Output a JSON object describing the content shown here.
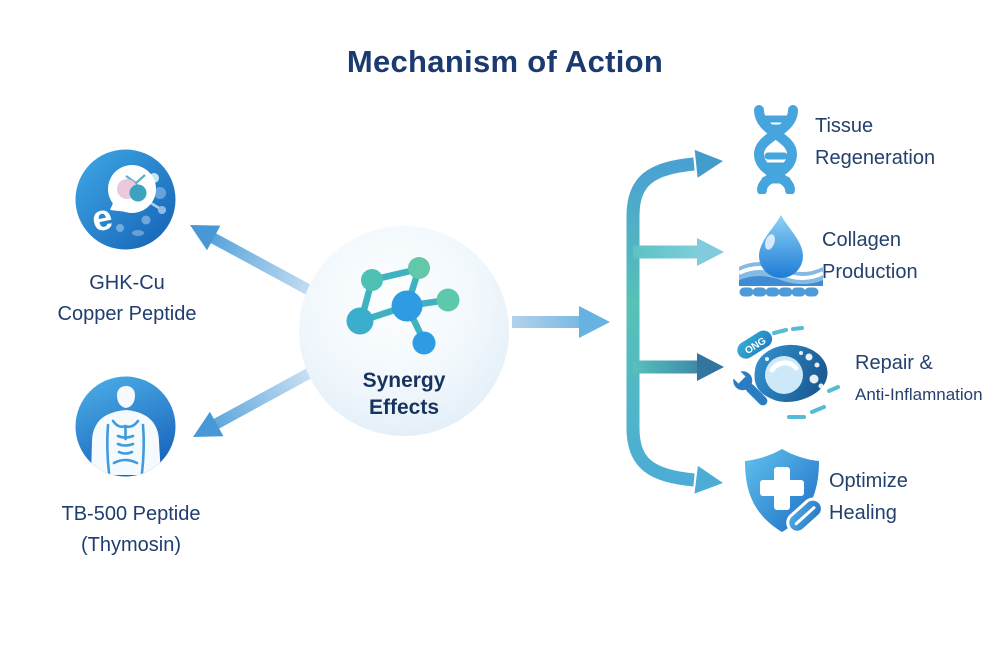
{
  "title": "Mechanism of Action",
  "center": {
    "icon": "molecule-network-icon",
    "label_line1": "Synergy",
    "label_line2": "Effects"
  },
  "left_nodes": [
    {
      "icon": "copper-peptide-cell-icon",
      "line1": "GHK-Cu",
      "line2": "Copper Peptide"
    },
    {
      "icon": "muscular-torso-icon",
      "line1": "TB-500 Peptide",
      "line2": "(Thymosin)"
    }
  ],
  "right_nodes": [
    {
      "icon": "dna-helix-icon",
      "line1": "Tissue",
      "line2": "Regeneration"
    },
    {
      "icon": "droplet-skin-icon",
      "line1": "Collagen",
      "line2": "Production"
    },
    {
      "icon": "cell-repair-wrench-icon",
      "line1": "Repair &",
      "line2": "Anti-Inflamnation"
    },
    {
      "icon": "shield-cross-icon",
      "line1": "Optimize",
      "line2": "Healing"
    }
  ],
  "decorations": {
    "ghk_letter": "e",
    "capsule_text": "ONG"
  },
  "colors": {
    "title_text": "#1b3a70",
    "label_text": "#1f3d6e",
    "icon_blue_light": "#3fa9e6",
    "icon_blue_dark": "#1460b4",
    "teal": "#57c2b6",
    "arrow_tail_light": "#cfe3f4",
    "arrow_head_blue": "#4a9cd8",
    "branch_light_teal": "#7ac6da",
    "branch_dark_blue": "#33759e",
    "dna_blue": "#45a5dc"
  }
}
